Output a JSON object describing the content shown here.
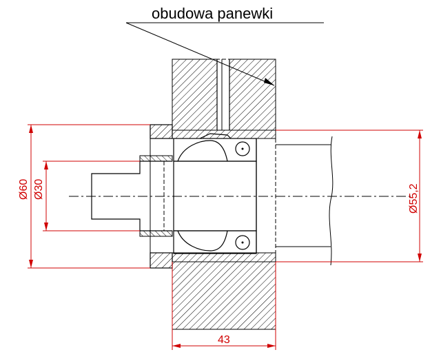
{
  "title": "obudowa  panewki",
  "dimensions": {
    "d60": "Ø60",
    "d30": "Ø30",
    "d55": "Ø55,2",
    "width43": "43"
  },
  "colors": {
    "line": "#000000",
    "dimension": "#d00000",
    "background": "#ffffff"
  }
}
